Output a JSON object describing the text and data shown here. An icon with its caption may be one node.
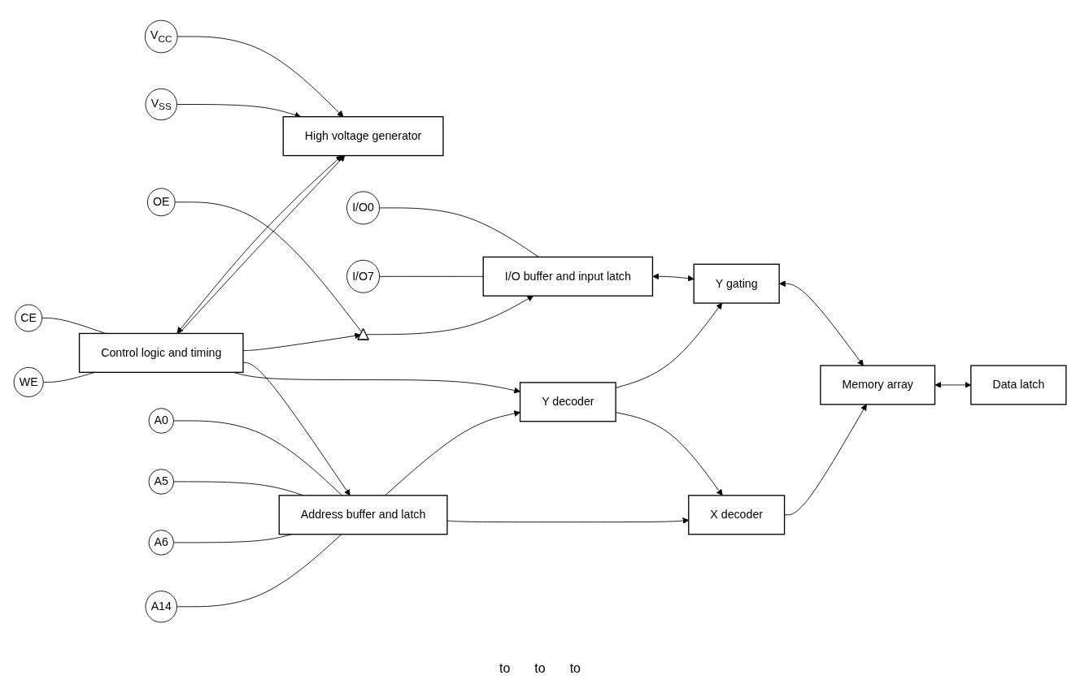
{
  "diagram": {
    "nodes": [
      {
        "text": [
          "V$_{CC}$"
        ]
      },
      {
        "text": [
          "V$_{SS}$"
        ]
      },
      {
        "text": [
          "High voltage generator"
        ]
      },
      {
        "text": [
          "I/O0"
        ]
      },
      {
        "text": [
          "I/O7"
        ]
      },
      {
        "text": [
          "I/O buffer and input latch"
        ]
      },
      {
        "text": [
          "OE"
        ]
      },
      {
        "text": [],
        "shape": "triangle"
      },
      {
        "text": [
          "CE"
        ]
      },
      {
        "text": [
          "WE"
        ]
      },
      {
        "text": [
          "Control logic and timing"
        ]
      },
      {
        "text": [
          "A0"
        ]
      },
      {
        "text": [
          "A5"
        ]
      },
      {
        "text": [
          "Address buffer and latch"
        ]
      },
      {
        "text": [
          "Y decoder"
        ]
      },
      {
        "text": [
          "Y gating"
        ]
      },
      {
        "text": [
          "X decoder"
        ]
      },
      {
        "text": [
          "Memory array"
        ]
      },
      {
        "text": [
          "A6"
        ]
      },
      {
        "text": [
          "A14"
        ]
      },
      {
        "text": [
          "Data latch"
        ]
      }
    ],
    "edges": [
      {
        "from": 0,
        "to": 2,
        "arrow": "to"
      },
      {
        "from": 1,
        "to": 2,
        "arrow": "to"
      },
      {
        "from": 10,
        "to": 2,
        "arrow": "both"
      },
      {
        "from": 10,
        "to": 2,
        "arrow": "to"
      },
      {
        "from": 6,
        "to": 7,
        "arrow": "none"
      },
      {
        "from": 7,
        "to": 5,
        "arrow": "to"
      },
      {
        "from": 10,
        "to": 7,
        "arrow": "to"
      },
      {
        "from": 3,
        "to": 5,
        "arrow": "none"
      },
      {
        "from": 4,
        "to": 5,
        "arrow": "none"
      },
      {
        "from": 8,
        "to": 10,
        "arrow": "none"
      },
      {
        "from": 9,
        "to": 10,
        "arrow": "none"
      },
      {
        "from": 10,
        "to": 13,
        "arrow": "to"
      },
      {
        "from": 10,
        "to": 14,
        "arrow": "to"
      },
      {
        "from": 5,
        "to": 15,
        "arrow": "both"
      },
      {
        "from": 11,
        "to": 13,
        "arrow": "none"
      },
      {
        "from": 12,
        "to": 13,
        "arrow": "none"
      },
      {
        "from": 18,
        "to": 13,
        "arrow": "none"
      },
      {
        "from": 19,
        "to": 13,
        "arrow": "none"
      },
      {
        "from": 13,
        "to": 14,
        "arrow": "to"
      },
      {
        "from": 13,
        "to": 16,
        "arrow": "to"
      },
      {
        "from": 14,
        "to": 15,
        "arrow": "to"
      },
      {
        "from": 14,
        "to": 16,
        "arrow": "to"
      },
      {
        "from": 16,
        "to": 17,
        "arrow": "to"
      },
      {
        "from": 15,
        "to": 17,
        "arrow": "both"
      },
      {
        "from": 17,
        "to": 20,
        "arrow": "both"
      }
    ],
    "labels": [
      "to",
      "to",
      "to"
    ]
  }
}
